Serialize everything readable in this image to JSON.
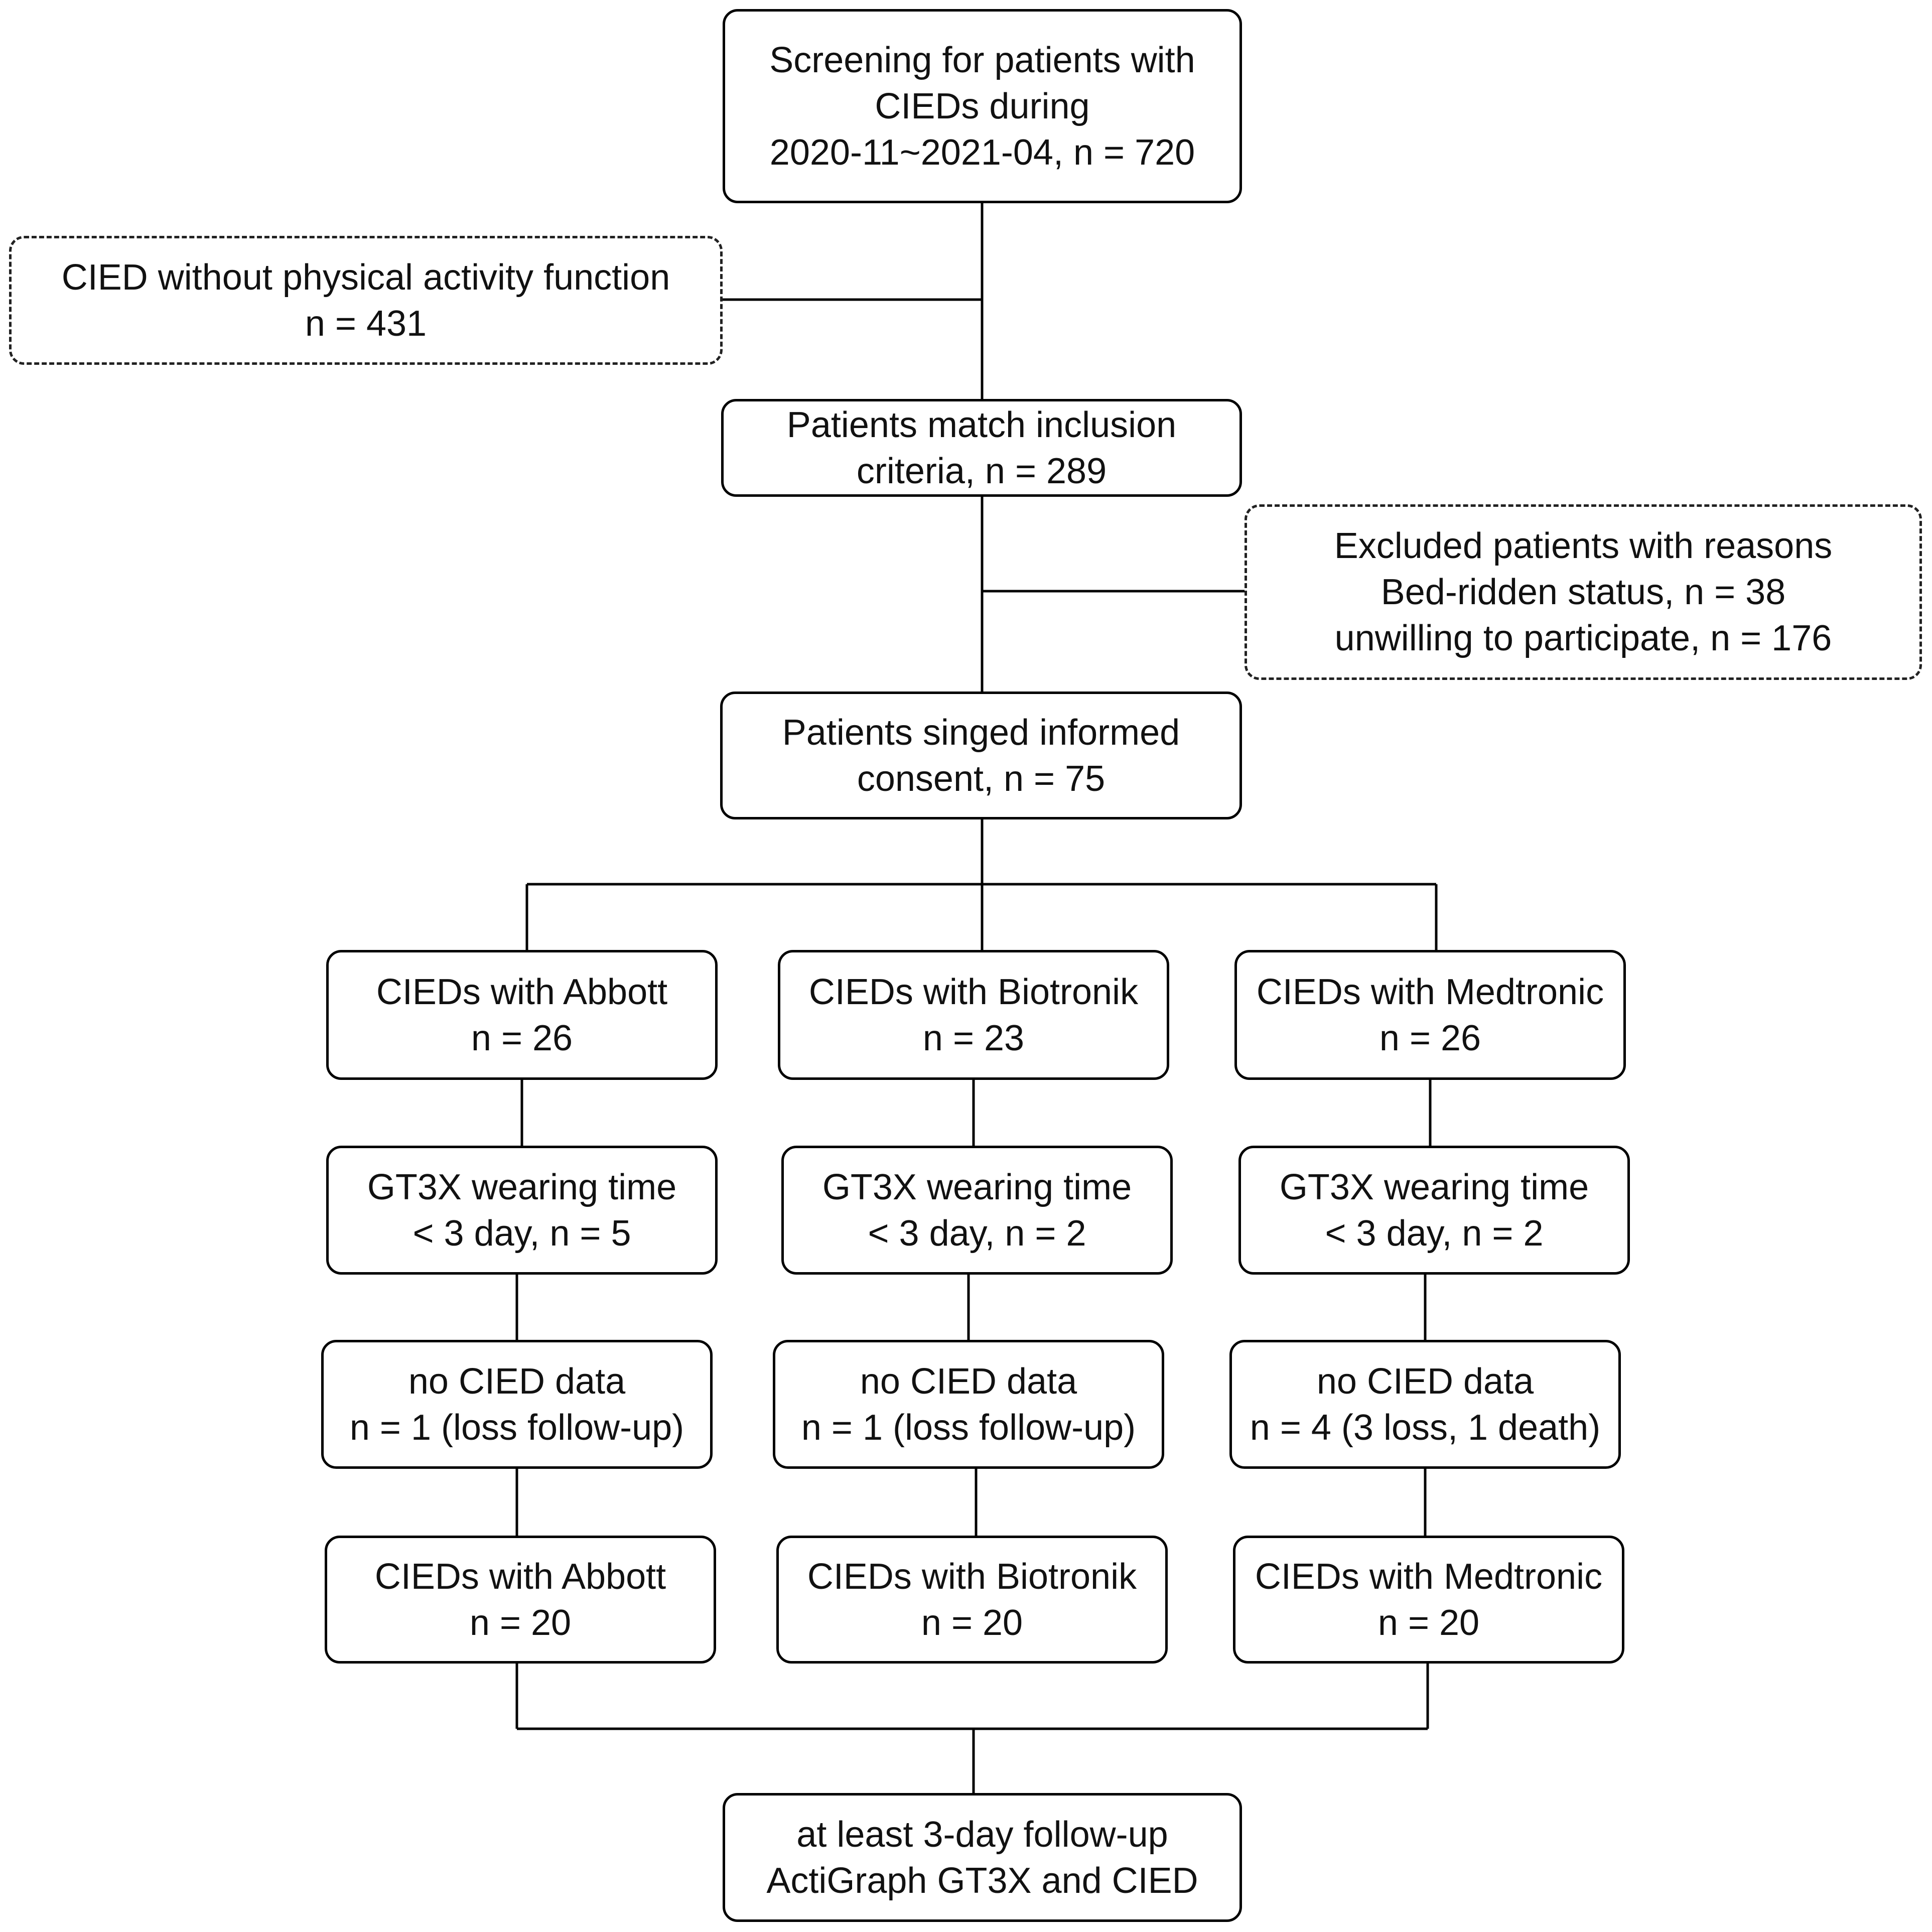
{
  "boxes": {
    "screening": [
      "Screening for patients with",
      "CIEDs during",
      "2020-11~2021-04, n = 720"
    ],
    "excluded_no_function": [
      "CIED without physical activity function",
      "n = 431"
    ],
    "inclusion": [
      "Patients match inclusion",
      "criteria, n = 289"
    ],
    "excluded_reasons": [
      "Excluded patients with reasons",
      "Bed-ridden status, n = 38",
      "unwilling to participate, n = 176"
    ],
    "consent": [
      "Patients singed informed",
      "consent, n = 75"
    ],
    "branches": [
      {
        "group": [
          "CIEDs with Abbott",
          "n = 26"
        ],
        "wearing": [
          "GT3X wearing time",
          "< 3 day, n = 5"
        ],
        "no_data": [
          "no CIED data",
          "n = 1 (loss follow-up)"
        ],
        "final": [
          "CIEDs with Abbott",
          "n = 20"
        ]
      },
      {
        "group": [
          "CIEDs with Biotronik",
          "n = 23"
        ],
        "wearing": [
          "GT3X wearing time",
          "< 3 day, n = 2"
        ],
        "no_data": [
          "no CIED data",
          "n = 1 (loss follow-up)"
        ],
        "final": [
          "CIEDs with Biotronik",
          "n = 20"
        ]
      },
      {
        "group": [
          "CIEDs with Medtronic",
          "n = 26"
        ],
        "wearing": [
          "GT3X wearing time",
          "< 3 day, n = 2"
        ],
        "no_data": [
          "no CIED data",
          "n = 4 (3 loss, 1 death)"
        ],
        "final": [
          "CIEDs with Medtronic",
          "n = 20"
        ]
      }
    ],
    "outcome": [
      "at least 3-day follow-up",
      "ActiGraph GT3X and CIED"
    ]
  }
}
